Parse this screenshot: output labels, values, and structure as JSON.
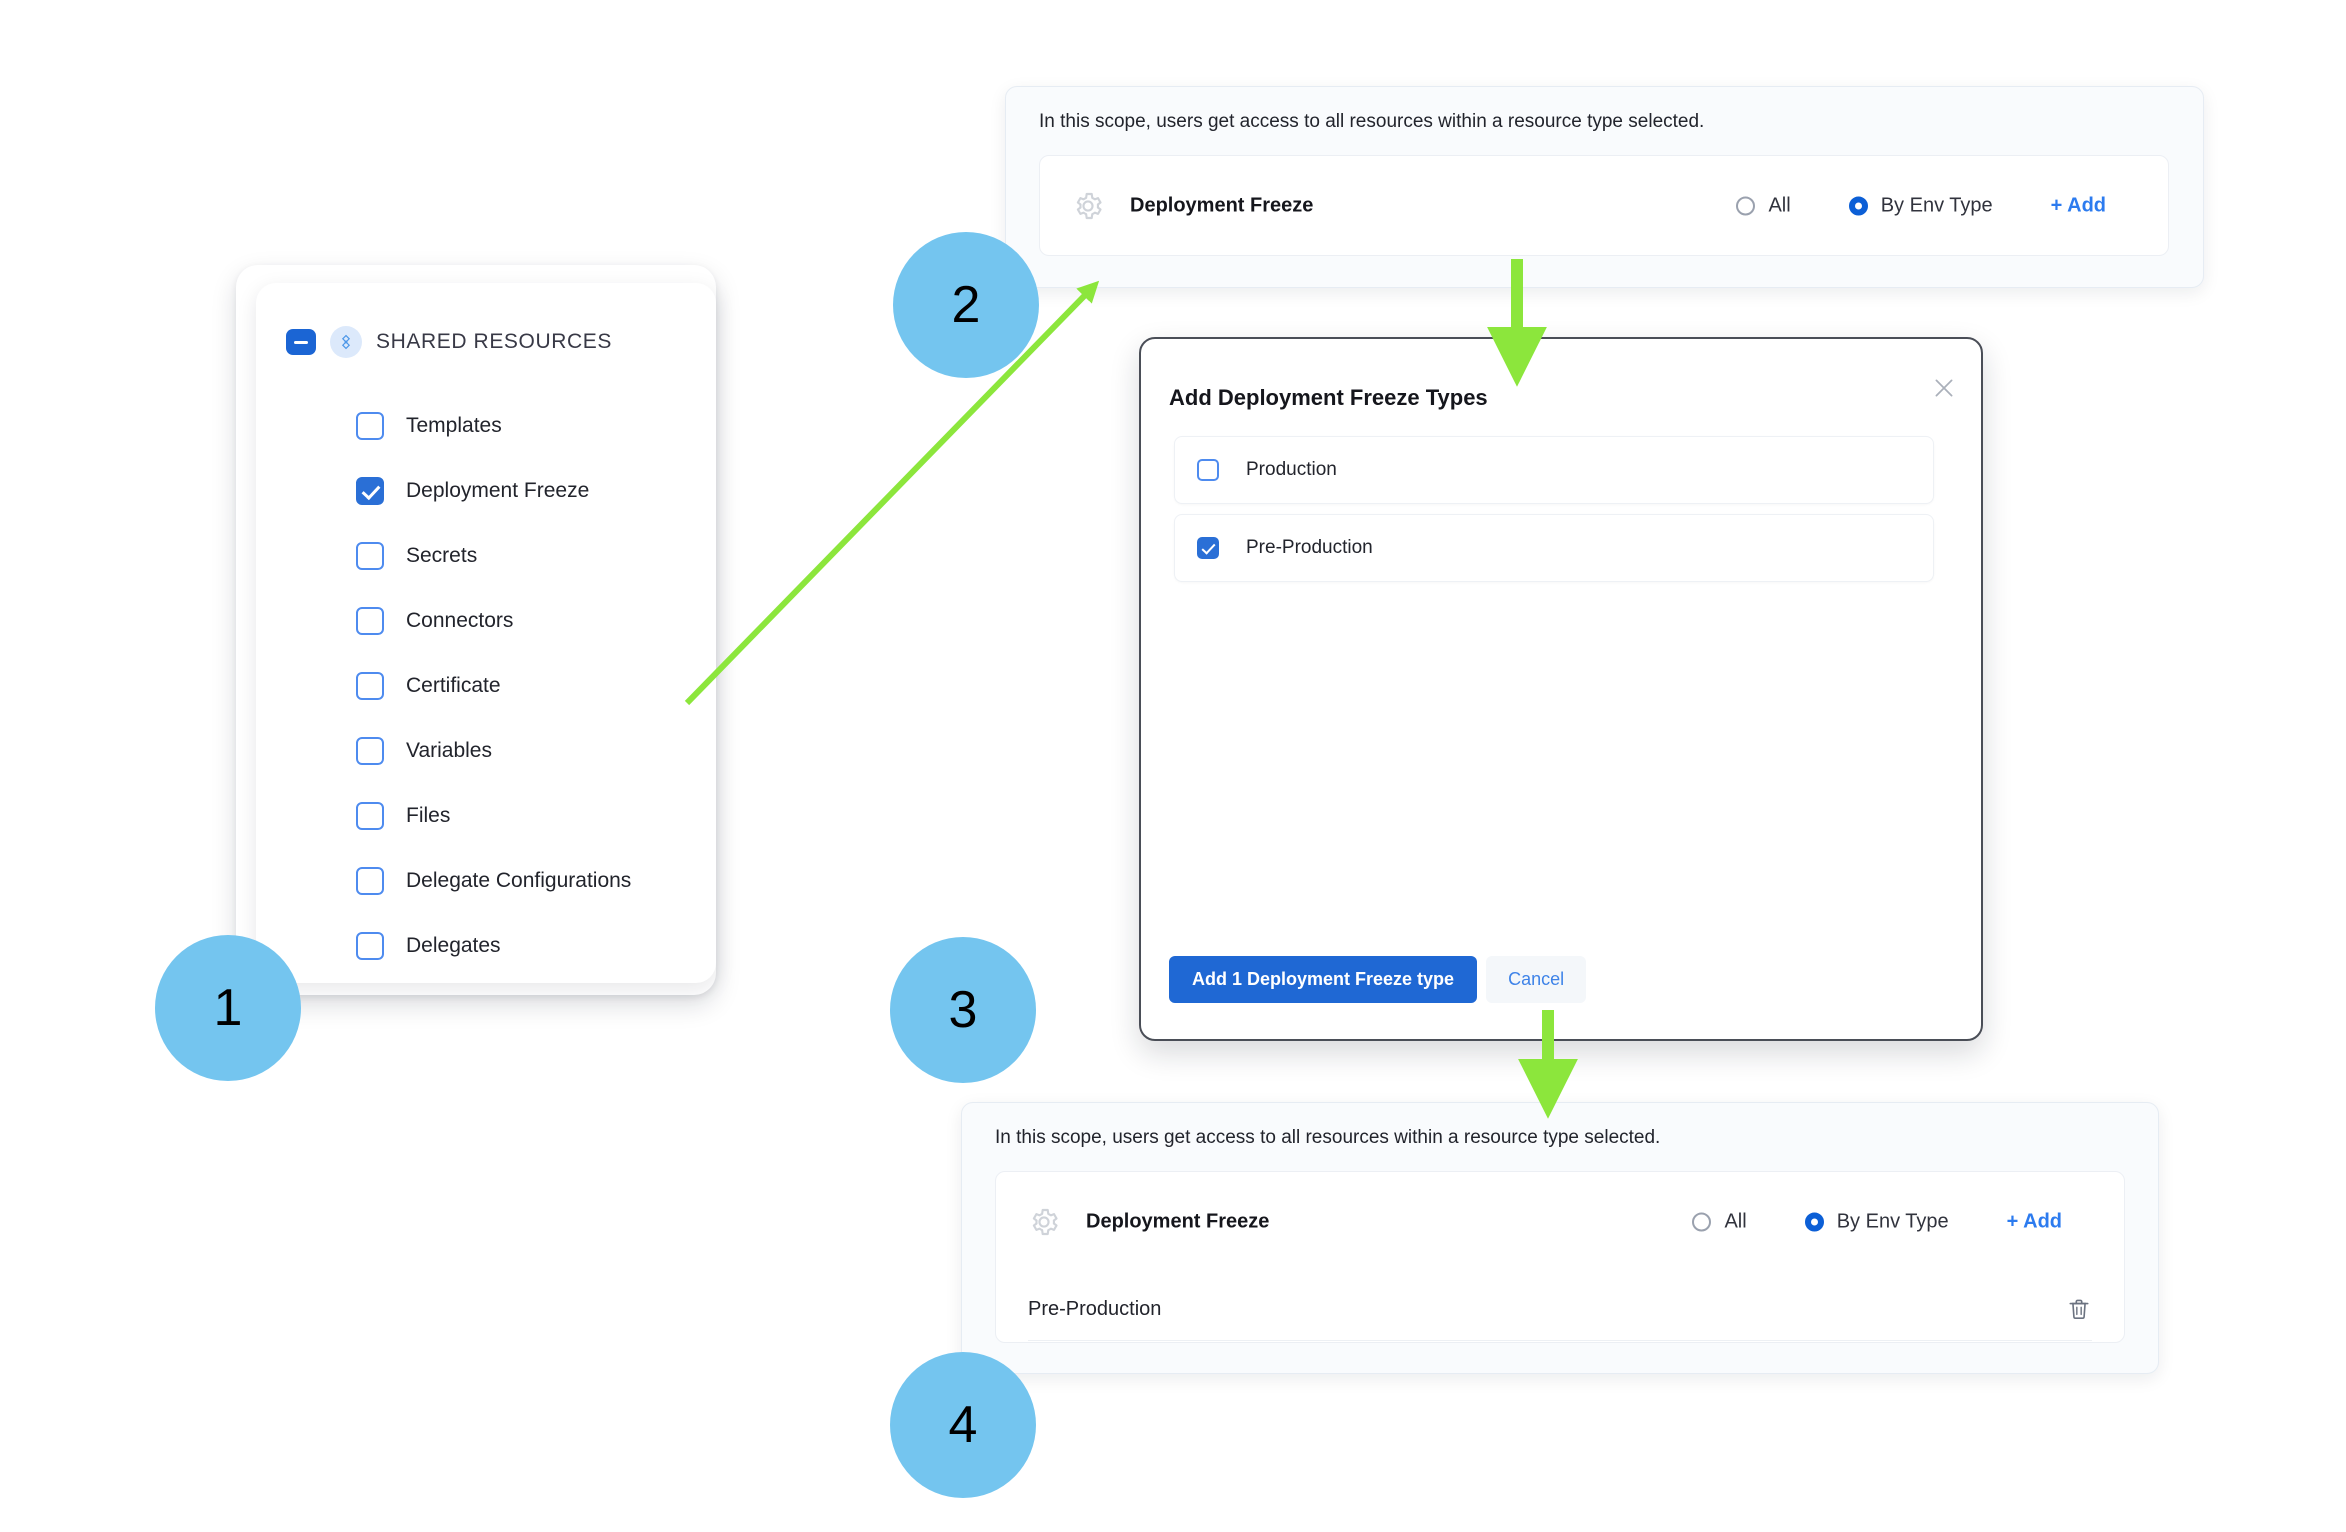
{
  "theme": {
    "accent_blue": "#2a6fd6",
    "link_blue": "#2c7bef",
    "step_circle_blue": "#74c5ef",
    "arrow_green": "#8ce63c",
    "panel_bg": "#f9fbfd"
  },
  "steps": [
    {
      "number": "1"
    },
    {
      "number": "2"
    },
    {
      "number": "3"
    },
    {
      "number": "4"
    }
  ],
  "shared_resources": {
    "title": "SHARED RESOURCES",
    "collapse_icon": "minus-icon",
    "group_icon": "resources-icon",
    "items": [
      {
        "label": "Templates",
        "checked": false
      },
      {
        "label": "Deployment Freeze",
        "checked": true
      },
      {
        "label": "Secrets",
        "checked": false
      },
      {
        "label": "Connectors",
        "checked": false
      },
      {
        "label": "Certificate",
        "checked": false
      },
      {
        "label": "Variables",
        "checked": false
      },
      {
        "label": "Files",
        "checked": false
      },
      {
        "label": "Delegate Configurations",
        "checked": false
      },
      {
        "label": "Delegates",
        "checked": false
      }
    ]
  },
  "scope_panel_before": {
    "note": "In this scope, users get access to all resources within a resource type selected.",
    "resource_icon": "gear-icon",
    "resource_name": "Deployment Freeze",
    "options": [
      {
        "label": "All",
        "selected": false
      },
      {
        "label": "By Env Type",
        "selected": true
      }
    ],
    "add_label": "+ Add"
  },
  "modal": {
    "title": "Add Deployment Freeze Types",
    "close_icon": "close-icon",
    "options": [
      {
        "label": "Production",
        "checked": false
      },
      {
        "label": "Pre-Production",
        "checked": true
      }
    ],
    "primary_button": "Add 1 Deployment Freeze type",
    "secondary_button": "Cancel"
  },
  "scope_panel_after": {
    "note": "In this scope, users get access to all resources within a resource type selected.",
    "resource_icon": "gear-icon",
    "resource_name": "Deployment Freeze",
    "options": [
      {
        "label": "All",
        "selected": false
      },
      {
        "label": "By Env Type",
        "selected": true
      }
    ],
    "add_label": "+ Add",
    "selected_values": [
      {
        "label": "Pre-Production",
        "delete_icon": "trash-icon"
      }
    ]
  }
}
